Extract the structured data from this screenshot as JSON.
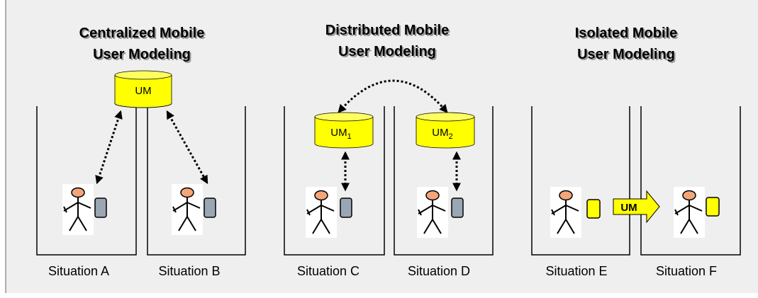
{
  "panels": [
    {
      "title_line1": "Centralized Mobile",
      "title_line2": "User Modeling",
      "situations": [
        "Situation A",
        "Situation B"
      ],
      "stores": [
        {
          "label": "UM",
          "sub": ""
        }
      ]
    },
    {
      "title_line1": "Distributed Mobile",
      "title_line2": "User Modeling",
      "situations": [
        "Situation C",
        "Situation D"
      ],
      "stores": [
        {
          "label": "UM",
          "sub": "1"
        },
        {
          "label": "UM",
          "sub": "2"
        }
      ]
    },
    {
      "title_line1": "Isolated Mobile",
      "title_line2": "User Modeling",
      "situations": [
        "Situation E",
        "Situation F"
      ],
      "stores": []
    }
  ],
  "transfer_label": "UM",
  "colors": {
    "background": "#efefef",
    "store_fill": "#ffff00",
    "device_gray": "#9aa6b4",
    "device_yellow": "#ffff00",
    "head": "#f4a678"
  },
  "icons": [
    "database-cylinder-icon",
    "person-with-device-icon",
    "bidirectional-dotted-arrow-icon",
    "block-arrow-icon"
  ]
}
